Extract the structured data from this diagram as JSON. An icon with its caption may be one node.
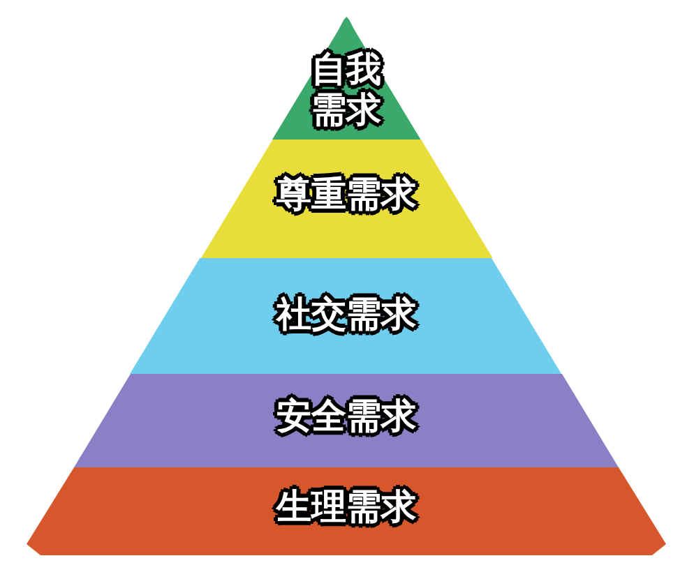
{
  "diagram": {
    "nodes": [
      {
        "text": [
          "自我需求"
        ]
      },
      {
        "text": [
          "尊重需求"
        ]
      },
      {
        "text": [
          "社交需求"
        ]
      },
      {
        "text": [
          "安全需求"
        ]
      },
      {
        "text": [
          "生理需求"
        ]
      }
    ]
  }
}
